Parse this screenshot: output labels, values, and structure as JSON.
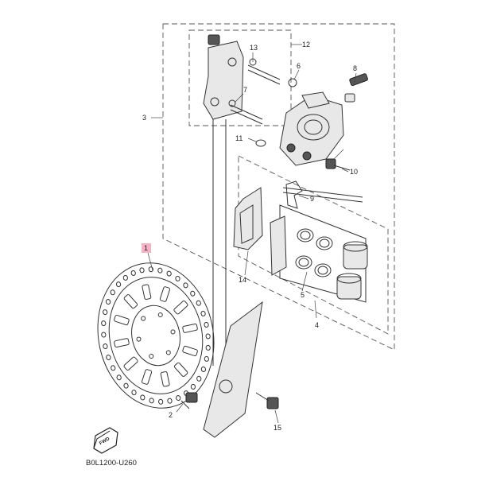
{
  "diagram": {
    "code": "B0L1200-U260",
    "fwd_label": "FWD",
    "callouts": [
      "1",
      "2",
      "3",
      "4",
      "5",
      "6",
      "7",
      "8",
      "9",
      "10",
      "11",
      "12",
      "13",
      "14",
      "15"
    ],
    "highlight_color": "#f3b3c4"
  }
}
